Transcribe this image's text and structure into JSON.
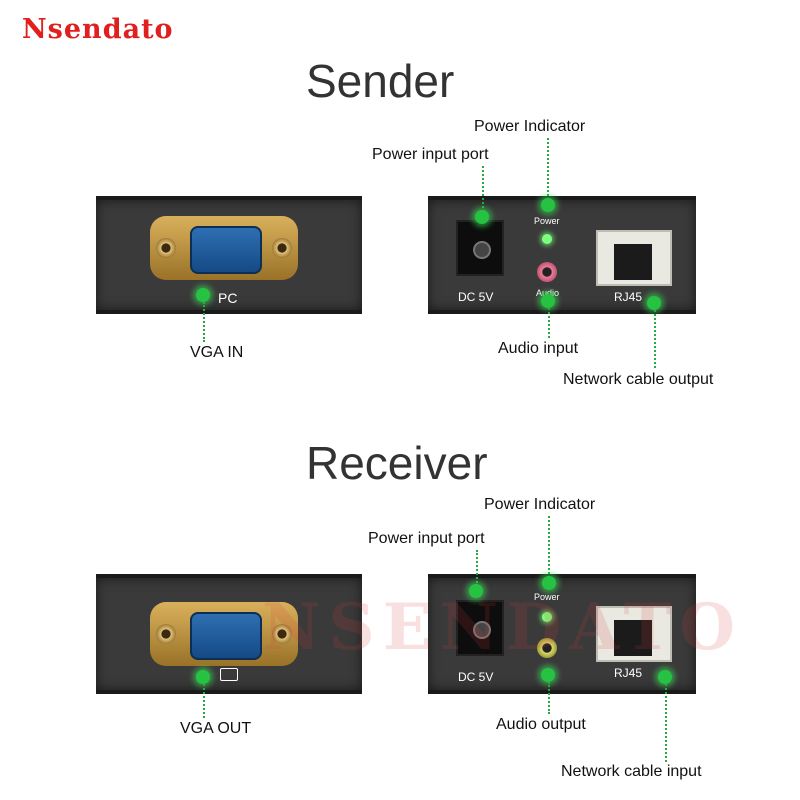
{
  "brand": {
    "name": "Nsendato"
  },
  "sender": {
    "title": "Sender",
    "labels": {
      "power_indicator": "Power Indicator",
      "power_input_port": "Power input port",
      "vga": "VGA  IN",
      "audio": "Audio input",
      "network": "Network cable output"
    },
    "panel": {
      "pc": "PC",
      "dc": "DC 5V",
      "power": "Power",
      "audio": "Audio",
      "rj45": "RJ45"
    }
  },
  "receiver": {
    "title": "Receiver",
    "labels": {
      "power_indicator": "Power Indicator",
      "power_input_port": "Power input port",
      "vga": "VGA  OUT",
      "audio": "Audio output",
      "network": "Network cable input"
    },
    "panel": {
      "dc": "DC 5V",
      "power": "Power",
      "rj45": "RJ45"
    },
    "monitor_icon": "monitor-icon"
  },
  "watermark": "NSENDATO",
  "colors": {
    "brand": "#e0201e",
    "indicator": "#26c242",
    "panel": "#3a3a3a"
  }
}
